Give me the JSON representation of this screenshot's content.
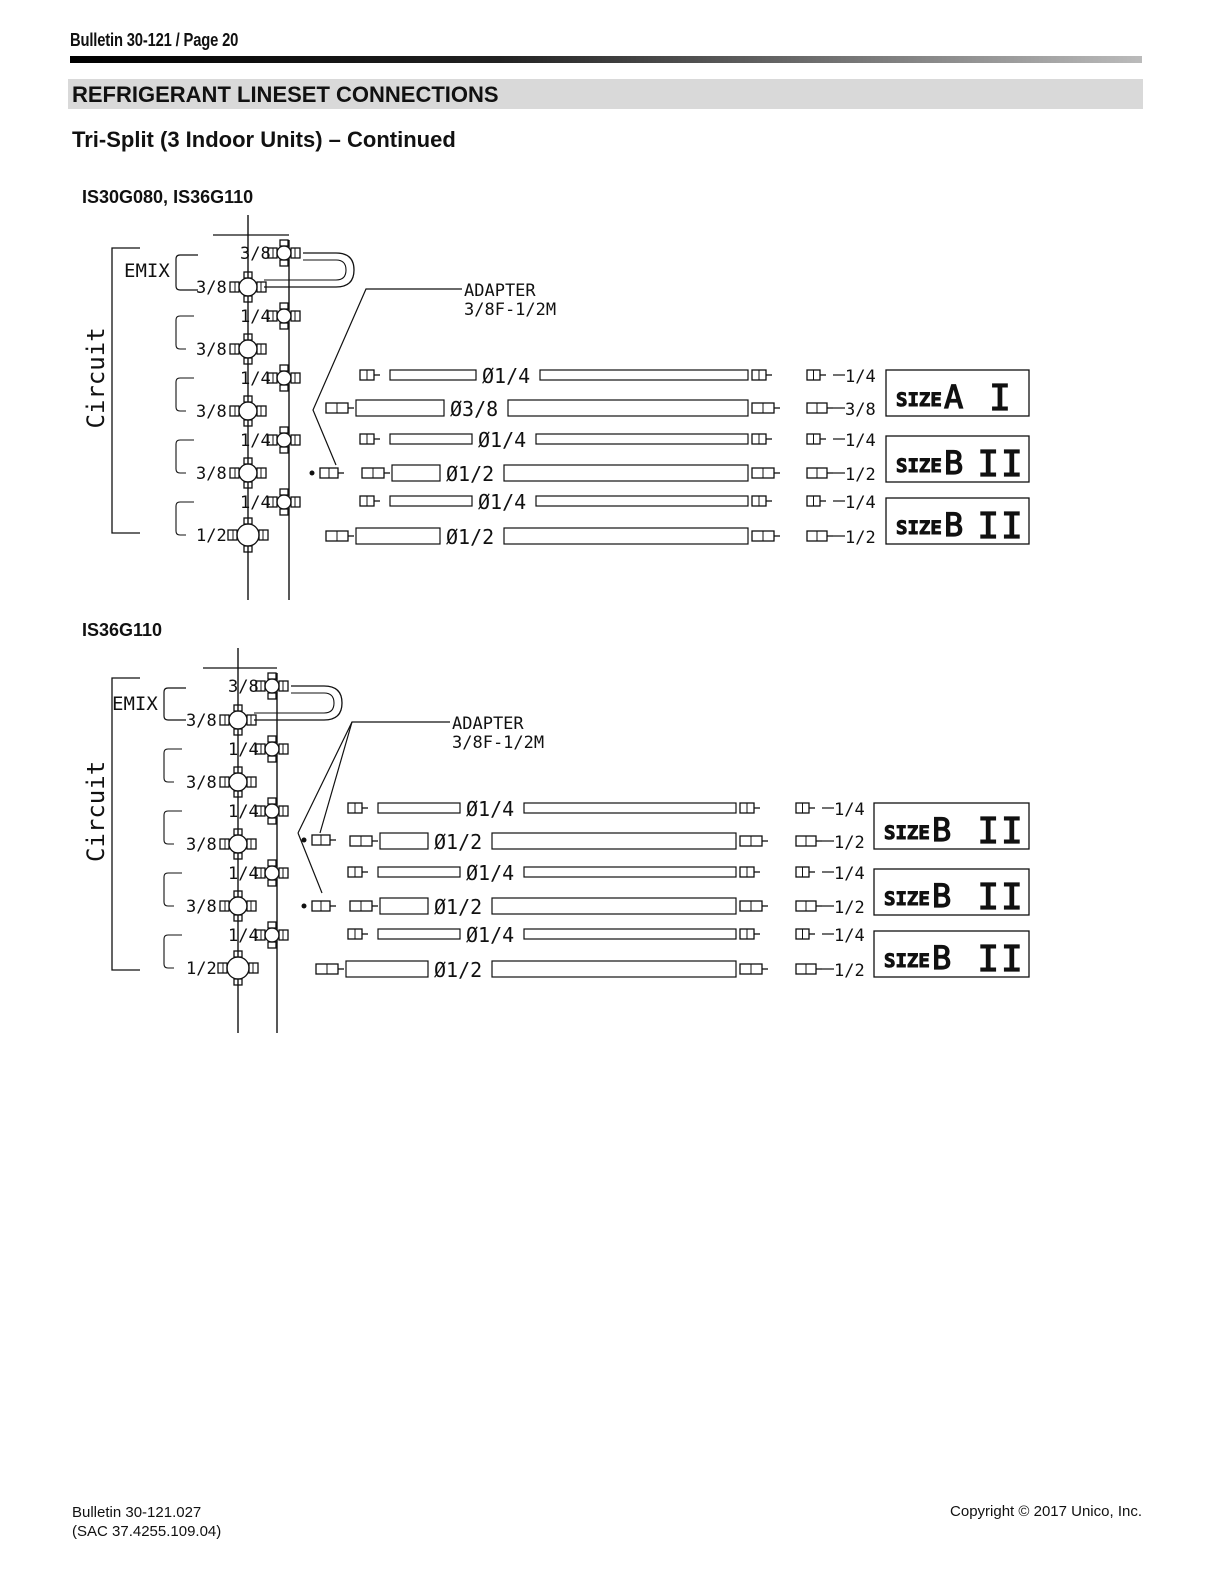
{
  "header": {
    "bulletin_page": "Bulletin 30-121 / Page 20"
  },
  "section_title": "REFRIGERANT LINESET CONNECTIONS",
  "subtitle": "Tri-Split (3 Indoor Units) – Continued",
  "diagrams": [
    {
      "model_label": "IS30G080, IS36G110",
      "circuit_label": "Circuit",
      "emix_label": "EMIX",
      "adapter_label": "ADAPTER",
      "adapter_spec": "3/8F-1/2M",
      "manifold_labels": {
        "ports": [
          "3/8",
          "3/8",
          "1/4",
          "3/8",
          "1/4",
          "3/8",
          "1/4",
          "3/8",
          "1/4",
          "1/2"
        ]
      },
      "lines": [
        {
          "diameter": "Ø1/4",
          "end": "1/4"
        },
        {
          "diameter": "Ø3/8",
          "end": "3/8"
        },
        {
          "diameter": "Ø1/4",
          "end": "1/4"
        },
        {
          "diameter": "Ø1/2",
          "end": "1/2"
        },
        {
          "diameter": "Ø1/4",
          "end": "1/4"
        },
        {
          "diameter": "Ø1/2",
          "end": "1/2"
        }
      ],
      "units": [
        {
          "size_word": "SIZE",
          "size_letter": "A",
          "roman": "I"
        },
        {
          "size_word": "SIZE",
          "size_letter": "B",
          "roman": "II"
        },
        {
          "size_word": "SIZE",
          "size_letter": "B",
          "roman": "II"
        }
      ]
    },
    {
      "model_label": "IS36G110",
      "circuit_label": "Circuit",
      "emix_label": "EMIX",
      "adapter_label": "ADAPTER",
      "adapter_spec": "3/8F-1/2M",
      "manifold_labels": {
        "ports": [
          "3/8",
          "3/8",
          "1/4",
          "3/8",
          "1/4",
          "3/8",
          "1/4",
          "3/8",
          "1/4",
          "1/2"
        ]
      },
      "lines": [
        {
          "diameter": "Ø1/4",
          "end": "1/4"
        },
        {
          "diameter": "Ø1/2",
          "end": "1/2"
        },
        {
          "diameter": "Ø1/4",
          "end": "1/4"
        },
        {
          "diameter": "Ø1/2",
          "end": "1/2"
        },
        {
          "diameter": "Ø1/4",
          "end": "1/4"
        },
        {
          "diameter": "Ø1/2",
          "end": "1/2"
        }
      ],
      "units": [
        {
          "size_word": "SIZE",
          "size_letter": "B",
          "roman": "II"
        },
        {
          "size_word": "SIZE",
          "size_letter": "B",
          "roman": "II"
        },
        {
          "size_word": "SIZE",
          "size_letter": "B",
          "roman": "II"
        }
      ]
    }
  ],
  "footer": {
    "bulletin_number": "Bulletin 30-121.027",
    "sac_number": "(SAC 37.4255.109.04)",
    "copyright": "Copyright © 2017 Unico, Inc."
  }
}
